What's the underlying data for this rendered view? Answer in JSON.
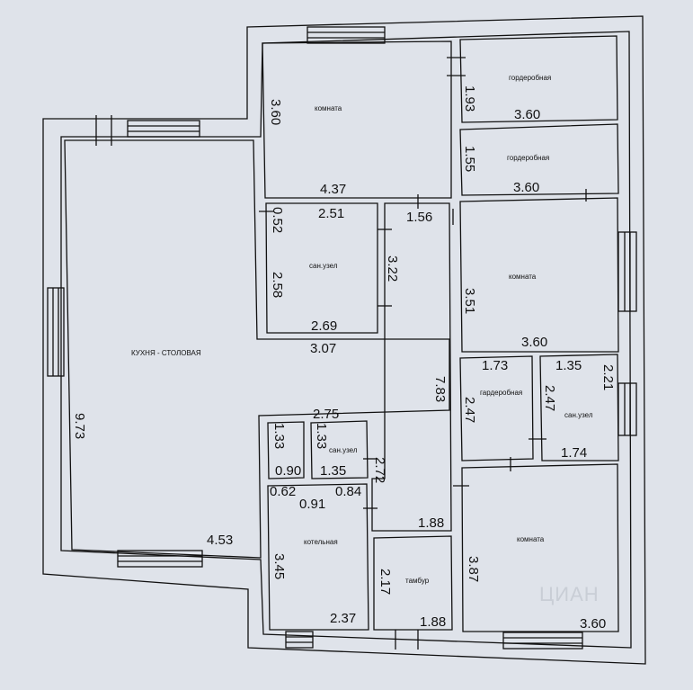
{
  "rooms": {
    "komnata_top": "комната",
    "garderob_1": "гордеробная",
    "garderob_2": "гордеробная",
    "kitchen": "КУХНЯ - СТОЛОВАЯ",
    "bath_1": "сан.узел",
    "komnata_right": "комната",
    "garderob_3": "гардеробная",
    "bath_2": "сан.узел",
    "bath_3": "сан.узел",
    "boiler": "котельная",
    "komnata_bottom": "комната",
    "vestibule": "тамбур"
  },
  "dimensions": {
    "d360a": "3.60",
    "d437": "4.37",
    "d193": "1.93",
    "d360b": "3.60",
    "d155": "1.55",
    "d360c": "3.60",
    "d052": "0.52",
    "d251": "2.51",
    "d156": "1.56",
    "d258": "2.58",
    "d322": "3.22",
    "d269": "2.69",
    "d307": "3.07",
    "d351": "3.51",
    "d360d": "3.60",
    "d173": "1.73",
    "d135": "1.35",
    "d221": "2.21",
    "d247a": "2.47",
    "d247b": "2.47",
    "d174": "1.74",
    "d973": "9.73",
    "d453": "4.53",
    "d783": "7.83",
    "d275": "2.75",
    "d133a": "1.33",
    "d133b": "1.33",
    "d090": "0.90",
    "d135b": "1.35",
    "d272": "2.72",
    "d062": "0.62",
    "d084": "0.84",
    "d091": "0.91",
    "d188a": "1.88",
    "d345": "3.45",
    "d237": "2.37",
    "d217": "2.17",
    "d188b": "1.88",
    "d387": "3.87",
    "d360e": "3.60"
  },
  "watermark": "ЦИАН"
}
